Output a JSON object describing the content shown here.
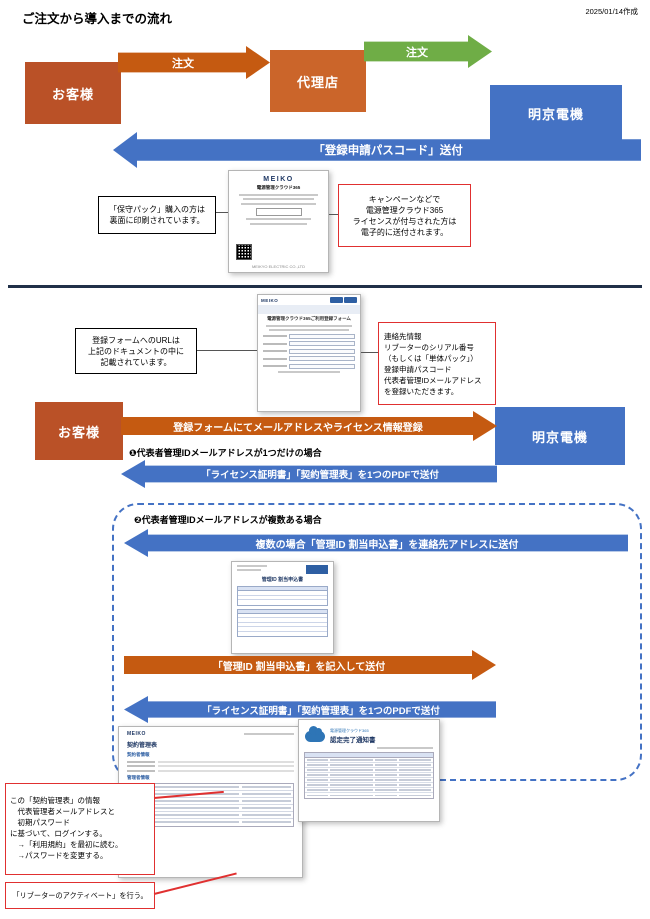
{
  "colors": {
    "customer_box": "#BA5127",
    "agency_box": "#CB652A",
    "meikyo_box": "#4472C4",
    "arrow_orange": "#C55A11",
    "arrow_green": "#6FAD46",
    "arrow_blue": "#4472C4",
    "note_red_border": "#E03030",
    "divider": "#203048"
  },
  "header": {
    "title": "ご注文から導入までの流れ",
    "date": "2025/01/14作成"
  },
  "flow1": {
    "customer": "お客様",
    "agency": "代理店",
    "meikyo": "明京電機",
    "order1": "注文",
    "order2": "注文",
    "passcode_send": "「登録申請パスコード」送付",
    "note_hoshu": "「保守パック」購入の方は\n裏面に印刷されています。",
    "note_campaign": "キャンペーンなどで\n電源管理クラウド365\nライセンスが付与された方は\n電子的に送付されます。"
  },
  "cert_doc": {
    "logo": "MEIKO",
    "title": "電源管理クラウド365",
    "footer": "MEIKYO ELECTRIC CO.,LTD"
  },
  "form_doc": {
    "logo": "MEIKO",
    "title": "電源管理クラウド365ご利用登録フォーム"
  },
  "flow2": {
    "customer": "お客様",
    "meikyo": "明京電機",
    "note_url": "登録フォームへのURLは\n上記のドキュメントの中に\n記載されています。",
    "note_info": "連絡先情報\nリブーターのシリアル番号\n（もしくは「単体パック」）\n登録申請パスコード\n代表者管理IDメールアドレス\nを登録いただきます。",
    "register": "登録フォームにてメールアドレスやライセンス情報登録",
    "case1": "❶代表者管理IDメールアドレスが1つだけの場合",
    "license_send1": "「ライセンス証明書」「契約管理表」を1つのPDFで送付",
    "case2": "❷代表者管理IDメールアドレスが複数ある場合",
    "multi_send": "複数の場合「管理ID 割当申込書」を連絡先アドレスに送付",
    "fillin_send": "「管理ID 割当申込書」を記入して送付",
    "license_send2": "「ライセンス証明書」「契約管理表」を1つのPDFで送付"
  },
  "assignment_doc": {
    "title": "管理ID 割当申込書"
  },
  "contract_doc": {
    "logo": "MEIKO",
    "title": "契約管理表",
    "sec1": "契約者情報",
    "sec2": "管理者情報"
  },
  "license_doc": {
    "service": "電源管理クラウド365",
    "title": "認定完了通知書"
  },
  "notes": {
    "login_steps": "この「契約管理表」の情報\n　代表管理者メールアドレスと\n　初期パスワード\nに基づいて、ログインする。\n　→「利用規約」を最初に読む。\n　→パスワードを変更する。",
    "activate": "「リブーターのアクティベート」を行う。"
  }
}
